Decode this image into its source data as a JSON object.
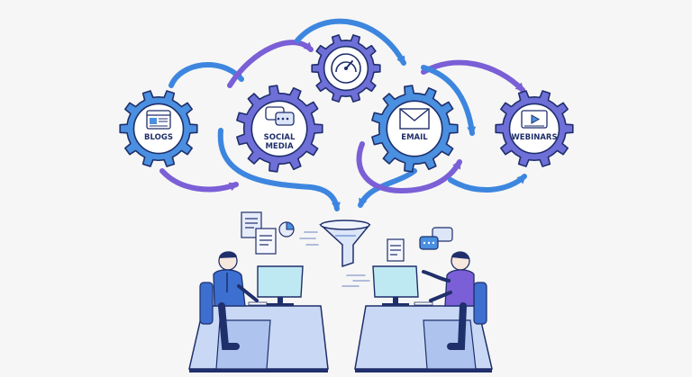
{
  "gears": [
    {
      "id": "blogs",
      "label": [
        "BLOGS"
      ],
      "icon": "browser-window-icon"
    },
    {
      "id": "social",
      "label": [
        "SOCIAL",
        "MEDIA"
      ],
      "icon": "chat-bubbles-icon"
    },
    {
      "id": "center",
      "label": [],
      "icon": "gauge-icon"
    },
    {
      "id": "email",
      "label": [
        "EMAIL"
      ],
      "icon": "envelope-icon"
    },
    {
      "id": "webinars",
      "label": [
        "WEBINARS"
      ],
      "icon": "video-player-icon"
    }
  ],
  "colors": {
    "gear_outline": "#1f2f6b",
    "gear_blue": "#4a8fe0",
    "gear_purple": "#6f6fd8",
    "arrow_blue": "#3d86df",
    "arrow_purple": "#7a5fd6",
    "desk": "#c9d9f5",
    "screen": "#bfe9f2",
    "shirt_left": "#3c6fd0",
    "shirt_right": "#7a5fd6"
  }
}
